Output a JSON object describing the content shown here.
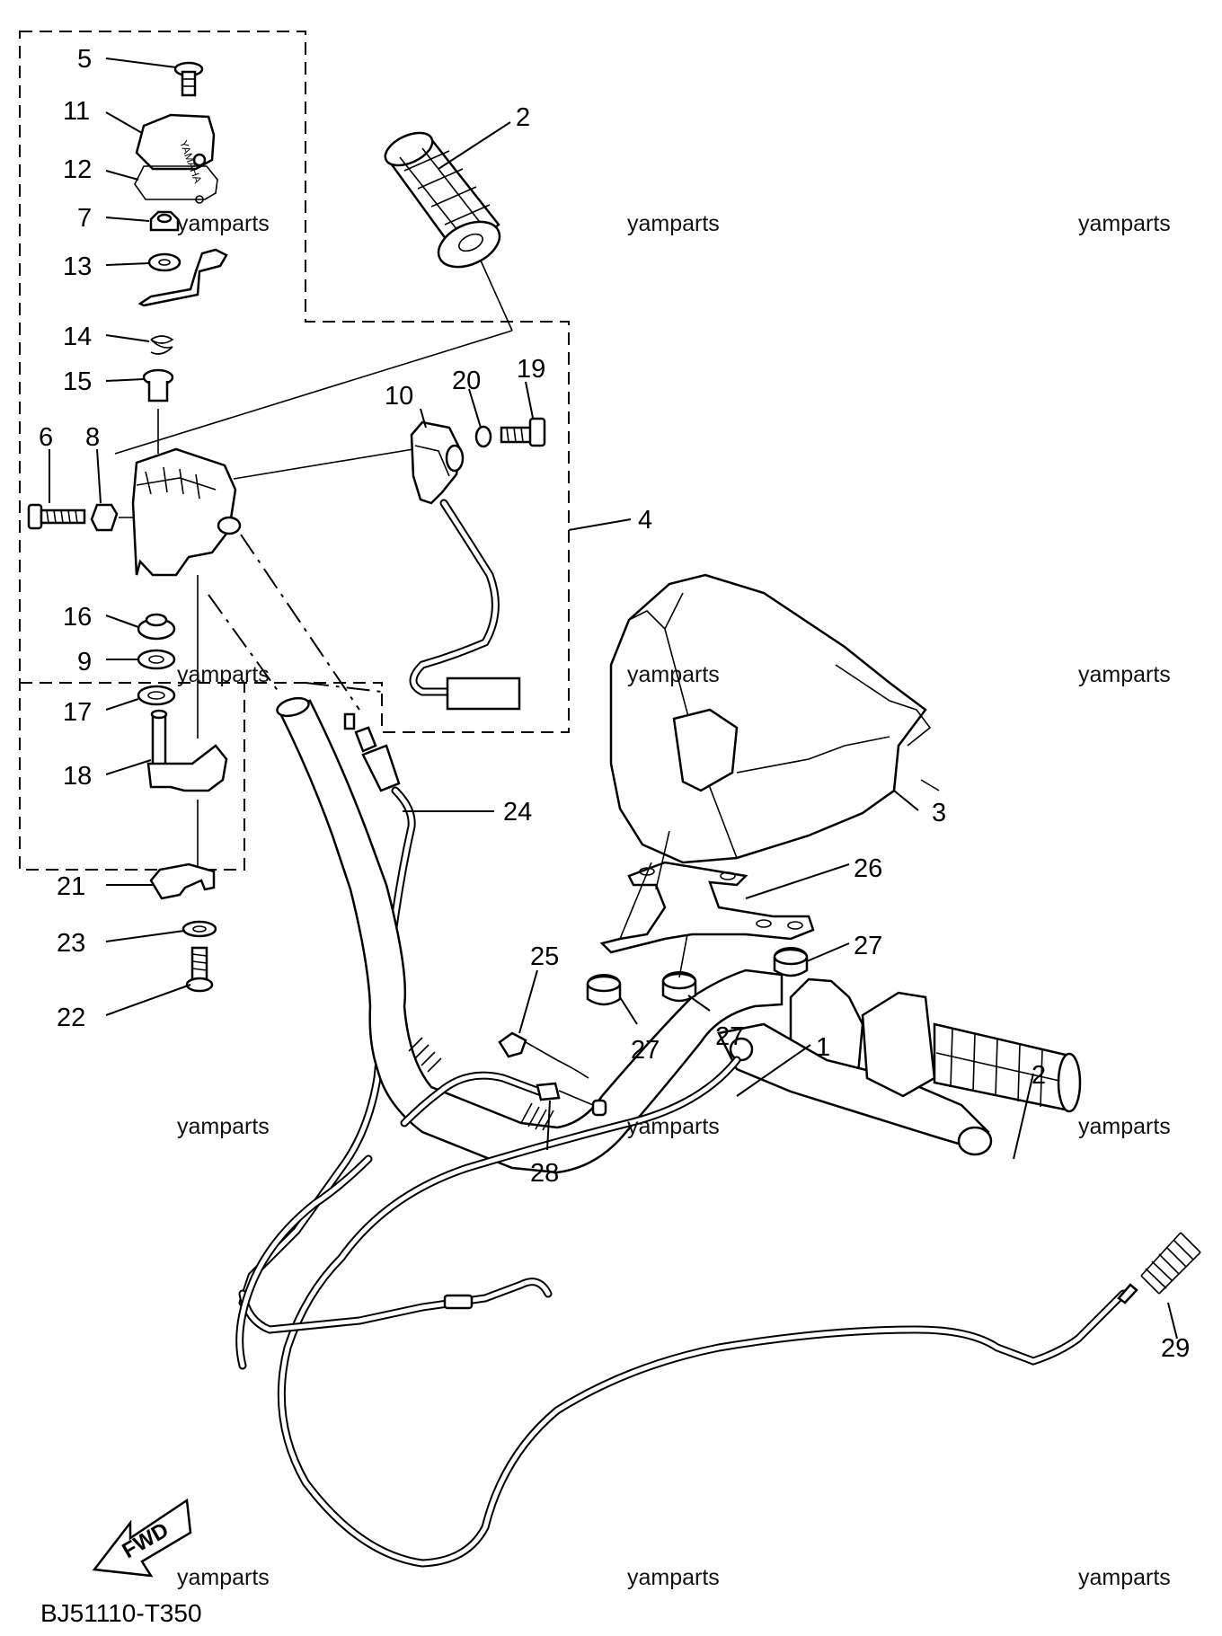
{
  "callouts": [
    {
      "id": "5",
      "label": "5"
    },
    {
      "id": "11",
      "label": "11"
    },
    {
      "id": "12",
      "label": "12"
    },
    {
      "id": "7",
      "label": "7"
    },
    {
      "id": "13",
      "label": "13"
    },
    {
      "id": "14",
      "label": "14"
    },
    {
      "id": "15",
      "label": "15"
    },
    {
      "id": "6",
      "label": "6"
    },
    {
      "id": "8",
      "label": "8"
    },
    {
      "id": "16",
      "label": "16"
    },
    {
      "id": "9",
      "label": "9"
    },
    {
      "id": "17",
      "label": "17"
    },
    {
      "id": "18",
      "label": "18"
    },
    {
      "id": "21",
      "label": "21"
    },
    {
      "id": "23",
      "label": "23"
    },
    {
      "id": "22",
      "label": "22"
    },
    {
      "id": "2a",
      "label": "2"
    },
    {
      "id": "10",
      "label": "10"
    },
    {
      "id": "20",
      "label": "20"
    },
    {
      "id": "19",
      "label": "19"
    },
    {
      "id": "4",
      "label": "4"
    },
    {
      "id": "24",
      "label": "24"
    },
    {
      "id": "3",
      "label": "3"
    },
    {
      "id": "26",
      "label": "26"
    },
    {
      "id": "27a",
      "label": "27"
    },
    {
      "id": "27b",
      "label": "27"
    },
    {
      "id": "27c",
      "label": "27"
    },
    {
      "id": "25",
      "label": "25"
    },
    {
      "id": "1",
      "label": "1"
    },
    {
      "id": "2b",
      "label": "2"
    },
    {
      "id": "28",
      "label": "28"
    },
    {
      "id": "29",
      "label": "29"
    }
  ],
  "watermark": "yamparts",
  "fwd_label": "FWD",
  "diagram_code": "BJ51110-T350",
  "brand_mark": "YAMAHA"
}
